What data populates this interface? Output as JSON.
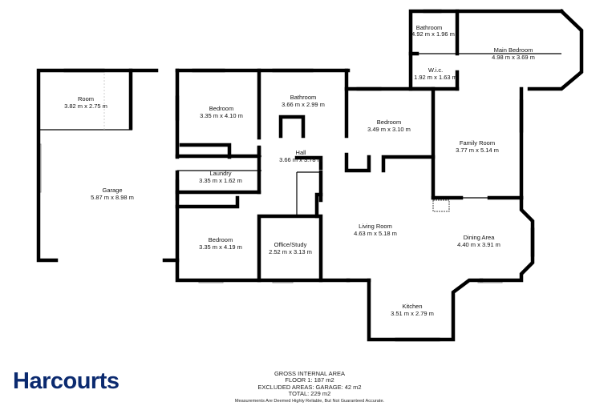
{
  "rooms": [
    {
      "name": "Bathroom",
      "dims": "4.92 m x 1.96 m"
    },
    {
      "name": "Main Bedroom",
      "dims": "4.98 m x 3.69 m"
    },
    {
      "name": "W.i.c.",
      "dims": "1.92 m x 1.63 m"
    },
    {
      "name": "Room",
      "dims": "3.82 m x 2.75 m"
    },
    {
      "name": "Bedroom",
      "dims": "3.35 m x 4.10 m"
    },
    {
      "name": "Bathroom",
      "dims": "3.66 m x 2.99 m"
    },
    {
      "name": "Bedroom",
      "dims": "3.49 m x 3.10 m"
    },
    {
      "name": "Family Room",
      "dims": "3.77 m x 5.14 m"
    },
    {
      "name": "Hall",
      "dims": "3.66 m x 3.78 m"
    },
    {
      "name": "Laundry",
      "dims": "3.35 m x 1.62 m"
    },
    {
      "name": "Garage",
      "dims": "5.87 m x 8.98 m"
    },
    {
      "name": "Living Room",
      "dims": "4.63 m x 5.18 m"
    },
    {
      "name": "Dining Area",
      "dims": "4.40 m x 3.91 m"
    },
    {
      "name": "Bedroom",
      "dims": "3.35 m x 4.19 m"
    },
    {
      "name": "Office/Study",
      "dims": "2.52 m x 3.13 m"
    },
    {
      "name": "Kitchen",
      "dims": "3.51 m x 2.79 m"
    }
  ],
  "brand": {
    "name": "Harcourts",
    "color": "#0b2a6f"
  },
  "area_summary": {
    "heading": "GROSS INTERNAL AREA",
    "floor": "FLOOR 1: 187 m2",
    "excluded": "EXCLUDED AREAS: GARAGE: 42 m2",
    "total": "TOTAL: 229 m2",
    "disclaimer": "Measurements Are Deemed Highly Reliable, But Not Guaranteed Accurate."
  }
}
